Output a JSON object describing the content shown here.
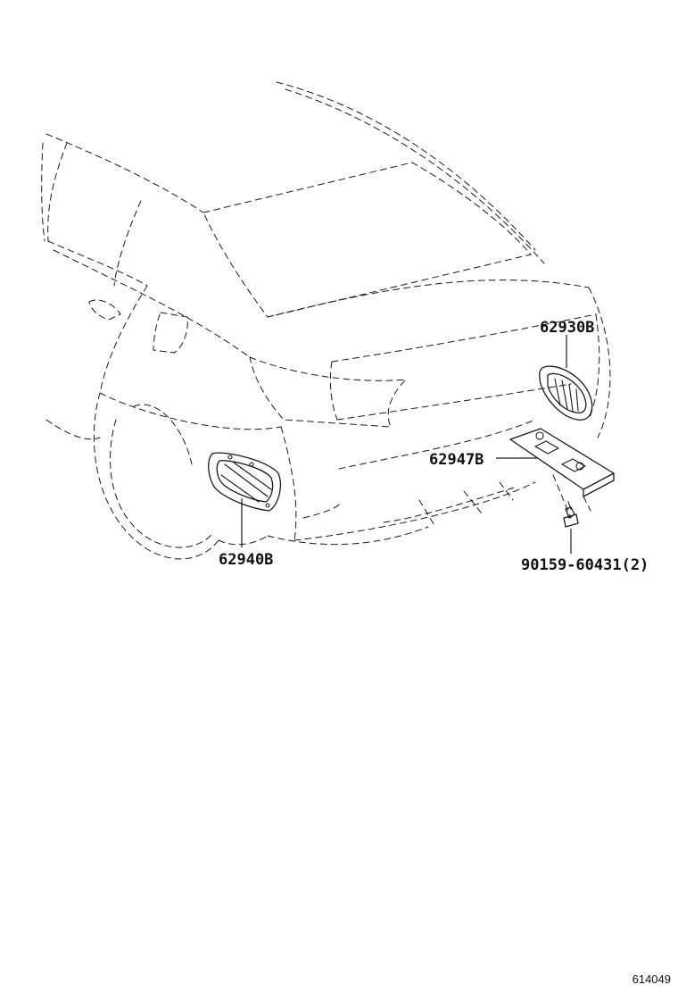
{
  "diagram": {
    "parts": [
      {
        "id": "62930B",
        "label": "62930B"
      },
      {
        "id": "62947B",
        "label": "62947B"
      },
      {
        "id": "62940B",
        "label": "62940B"
      },
      {
        "id": "90159-60431",
        "label": "90159-60431(2)"
      }
    ],
    "figure_number": "614049"
  }
}
